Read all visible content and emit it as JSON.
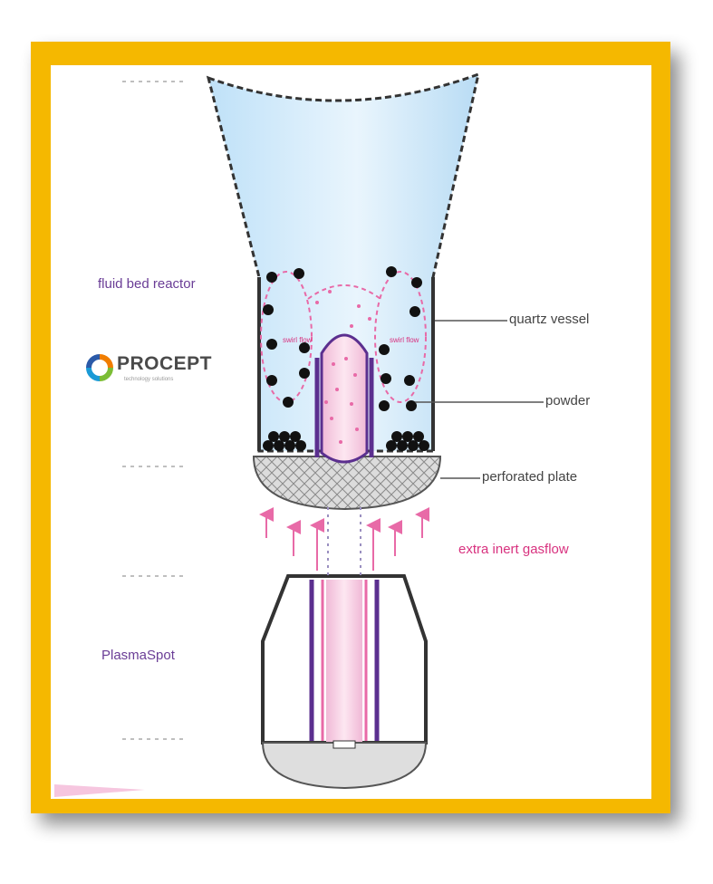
{
  "labels": {
    "reactor": "fluid bed reactor",
    "vessel": "quartz vessel",
    "powder": "powder",
    "plate": "perforated plate",
    "gasflow": "extra inert gasflow",
    "plasmaspot": "PlasmaSpot"
  },
  "swirl_labels": {
    "left": "swirl flow",
    "right": "swirl flow"
  },
  "brand": {
    "name": "PROCEPT",
    "tagline": "technology solutions"
  },
  "colors": {
    "frame": "#f5b800",
    "vessel_fill": "#cfe9fb",
    "plasma_pink": "#e86aa7",
    "plasma_purple": "#5b2f8f",
    "powder": "#111111",
    "plate_fill": "#d6d6d6"
  },
  "icons": {
    "brand_logo": "procept-ring-logo-icon",
    "arrows": "gas-flow-up-arrow-icon"
  }
}
